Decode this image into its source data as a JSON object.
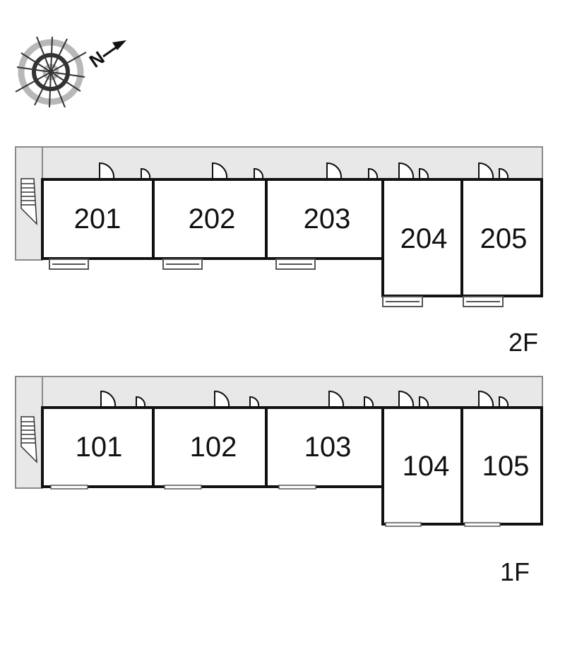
{
  "compass": {
    "north_letter": "N",
    "icon": "compass-rose-icon"
  },
  "floors": [
    {
      "id": "2f",
      "label": "2F",
      "rooms": [
        "201",
        "202",
        "203",
        "204",
        "205"
      ]
    },
    {
      "id": "1f",
      "label": "1F",
      "rooms": [
        "101",
        "102",
        "103",
        "104",
        "105"
      ]
    }
  ],
  "colors": {
    "wall": "#111111",
    "corridor": "#e8e8e8",
    "corridor_outline": "#8a8a8a",
    "compass_grey": "#b8b8b8",
    "compass_dark": "#333333"
  }
}
